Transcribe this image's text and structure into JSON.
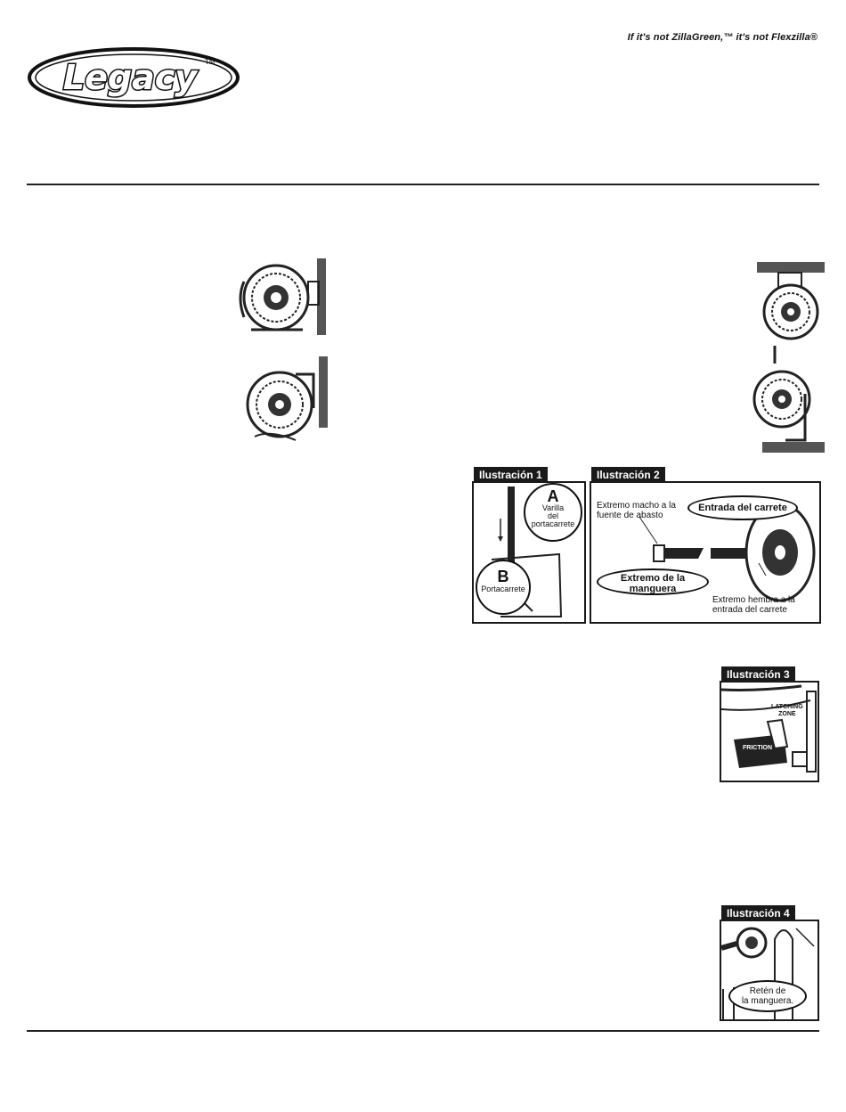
{
  "header": {
    "tagline": "If it's not ZillaGreen,™ it's not Flexzilla®",
    "logo_text": "Legacy",
    "logo_tm": "TM"
  },
  "illustration1": {
    "title": "Ilustración 1",
    "label_a_letter": "A",
    "label_a_text_1": "Varilla",
    "label_a_text_2": "del",
    "label_a_text_3": "portacarrete",
    "label_b_letter": "B",
    "label_b_text": "Portacarrete"
  },
  "illustration2": {
    "title": "Ilustración 2",
    "male_end_1": "Extremo macho a la",
    "male_end_2": "fuente de abasto",
    "reel_inlet": "Entrada del carrete",
    "hose_end_1": "Extremo de la",
    "hose_end_2": "manguera",
    "female_end_1": "Extremo hembra a la",
    "female_end_2": "entrada del carrete"
  },
  "illustration3": {
    "title": "Ilustración 3",
    "latch_1": "LATCHING",
    "latch_2": "ZONE",
    "friction": "FRICTION"
  },
  "illustration4": {
    "title": "Ilustración 4",
    "stop_1": "Retén de",
    "stop_2": "la manguera."
  }
}
